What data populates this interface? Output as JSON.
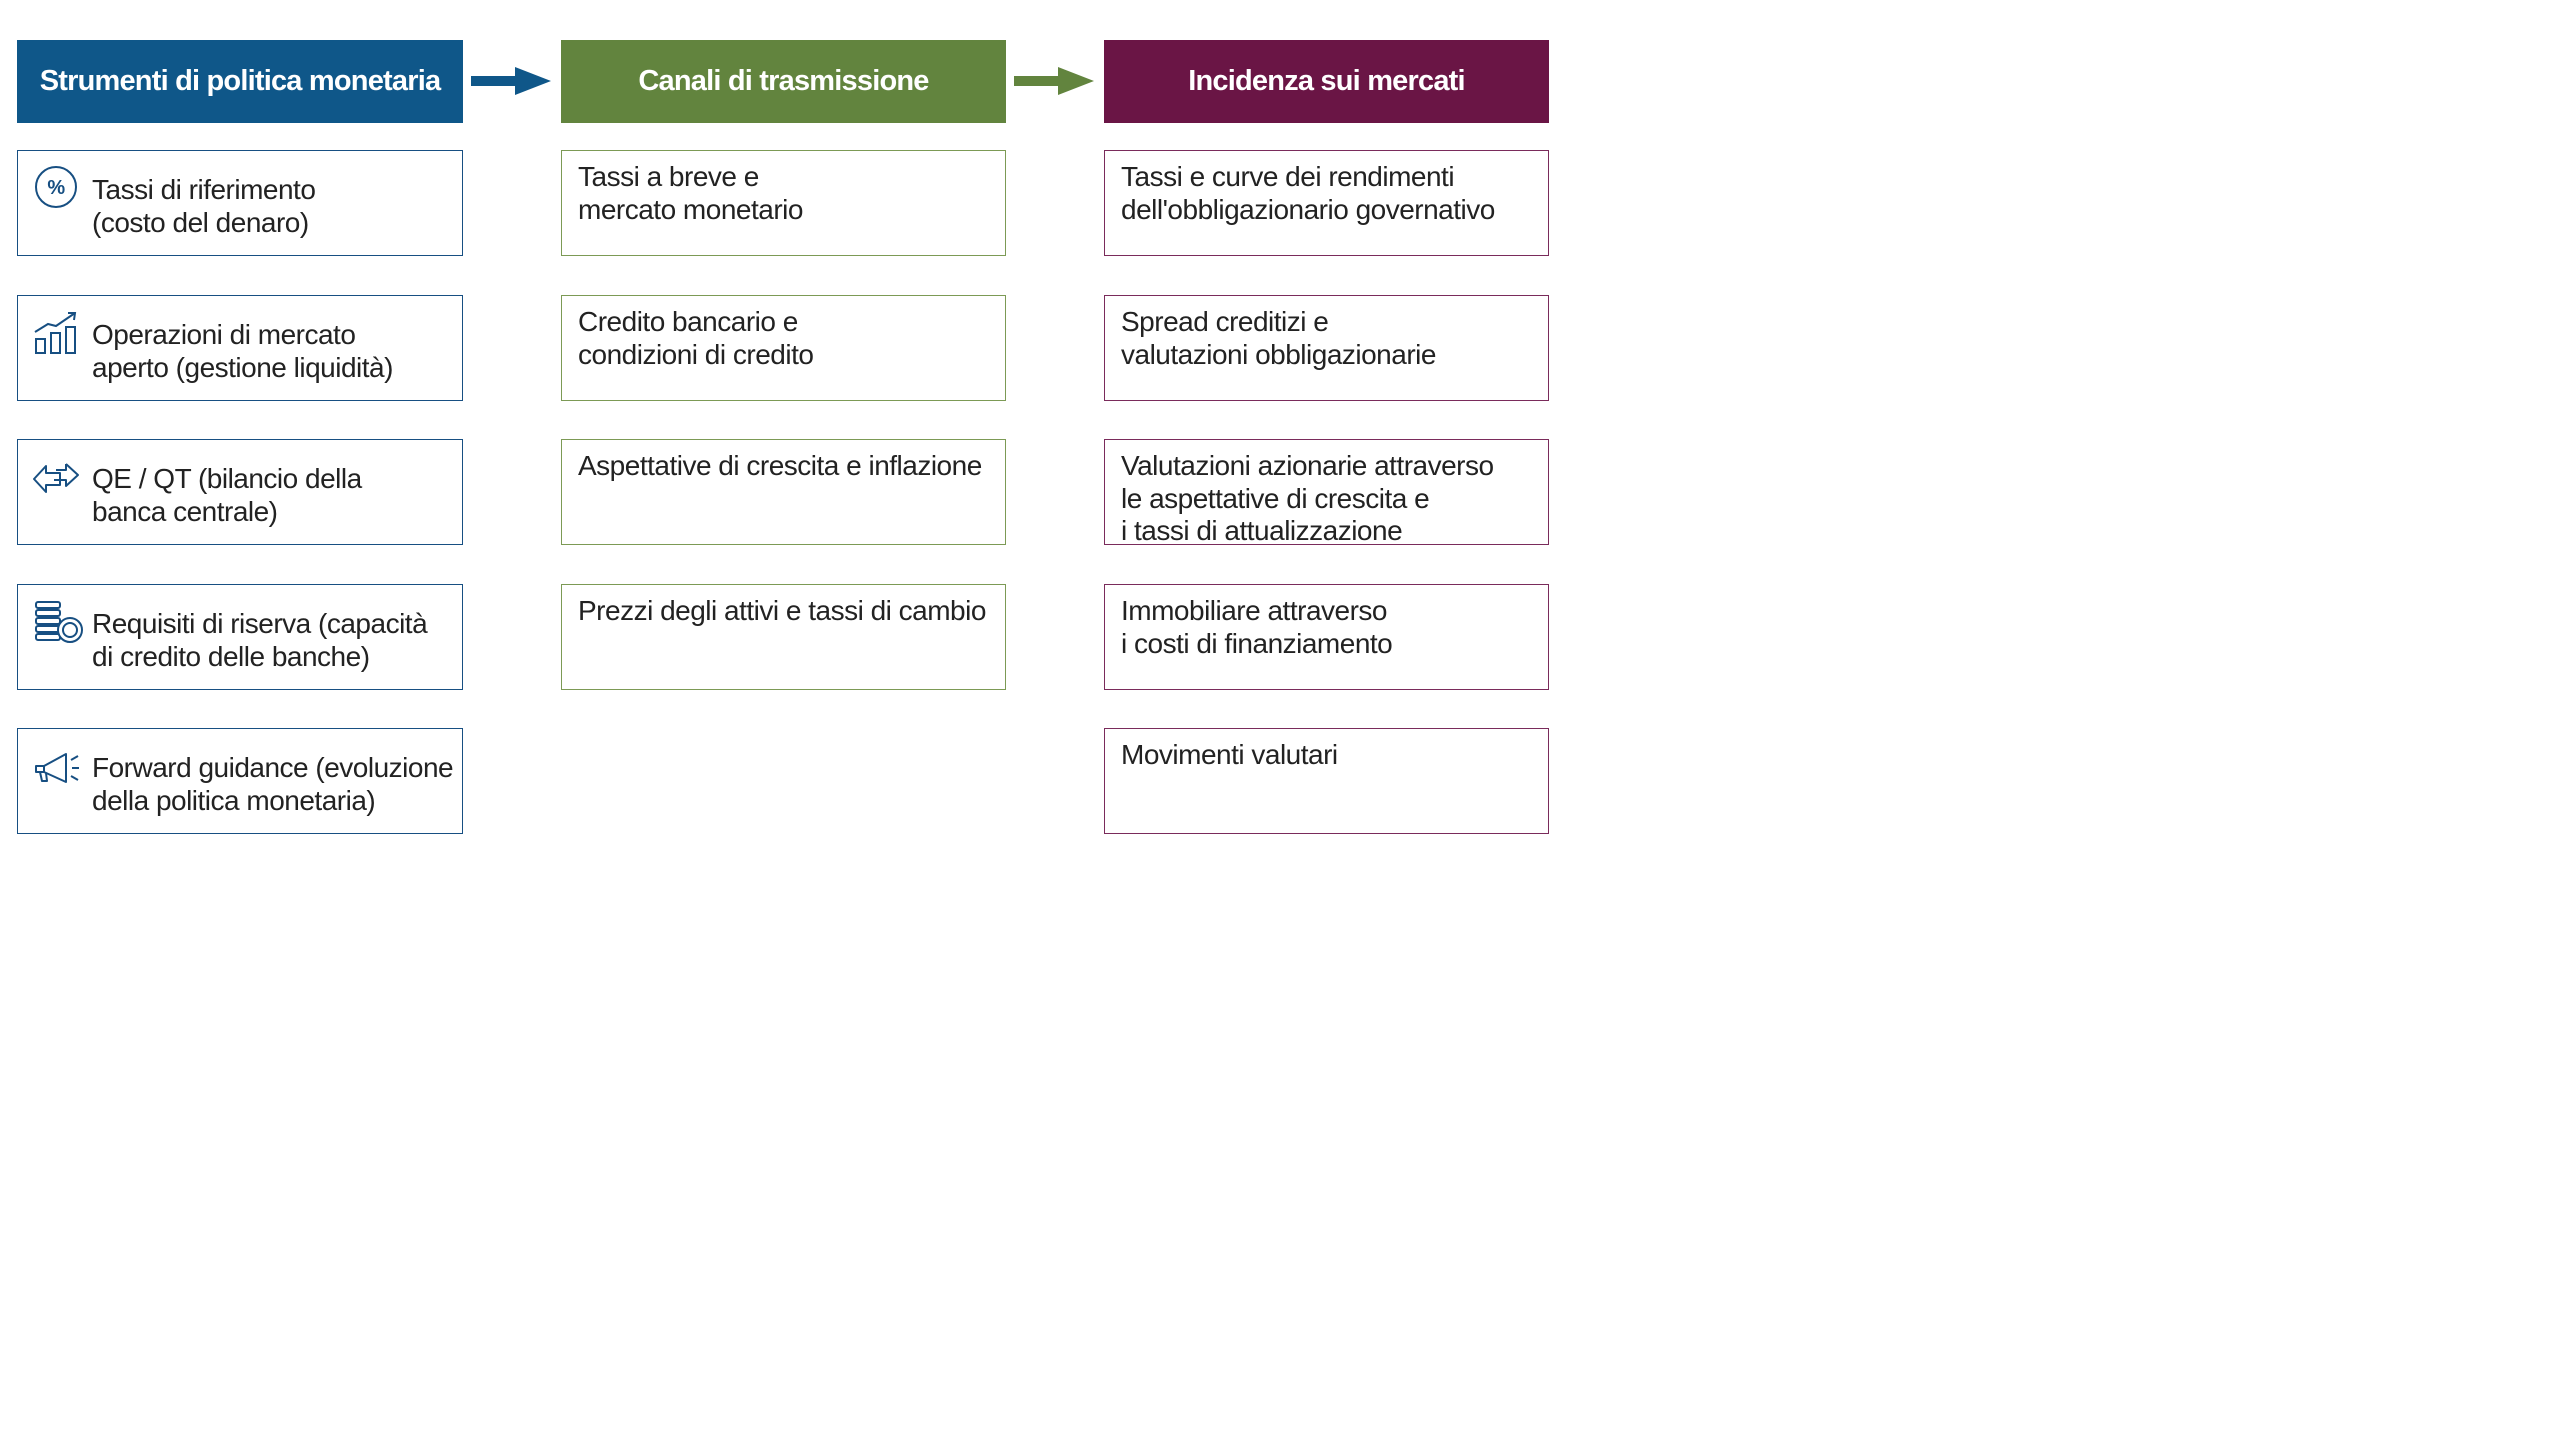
{
  "colors": {
    "instruments": "#0f5789",
    "channels": "#62843e",
    "impact": "#6a1545"
  },
  "headers": {
    "instruments": "Strumenti di politica monetaria",
    "channels": "Canali di trasmissione",
    "impact": "Incidenza sui mercati"
  },
  "instruments": [
    {
      "icon": "percent-icon",
      "text": "Tassi di riferimento\n(costo del denaro)"
    },
    {
      "icon": "bar-chart-growth-icon",
      "text": "Operazioni di mercato\naperto (gestione liquidità)"
    },
    {
      "icon": "exchange-arrows-icon",
      "text": "QE / QT (bilancio della\nbanca centrale)"
    },
    {
      "icon": "coin-stack-icon",
      "text": " Requisiti di riserva (capacità\ndi credito delle banche)"
    },
    {
      "icon": "megaphone-icon",
      "text": "Forward guidance (evoluzione\ndella politica monetaria)"
    }
  ],
  "channels": [
    {
      "text": "Tassi a breve e\nmercato monetario"
    },
    {
      "text": "Credito bancario e\ncondizioni di credito"
    },
    {
      "text": "Aspettative di crescita e inflazione"
    },
    {
      "text": "Prezzi degli attivi e tassi di cambio"
    }
  ],
  "impact": [
    {
      "text": "Tassi e curve dei rendimenti\ndell'obbligazionario governativo"
    },
    {
      "text": "Spread creditizi e\nvalutazioni obbligazionarie"
    },
    {
      "text": "Valutazioni azionarie attraverso\nle aspettative di crescita e\ni tassi di attualizzazione"
    },
    {
      "text": "Immobiliare attraverso\ni costi di finanziamento"
    },
    {
      "text": "Movimenti valutari"
    }
  ]
}
